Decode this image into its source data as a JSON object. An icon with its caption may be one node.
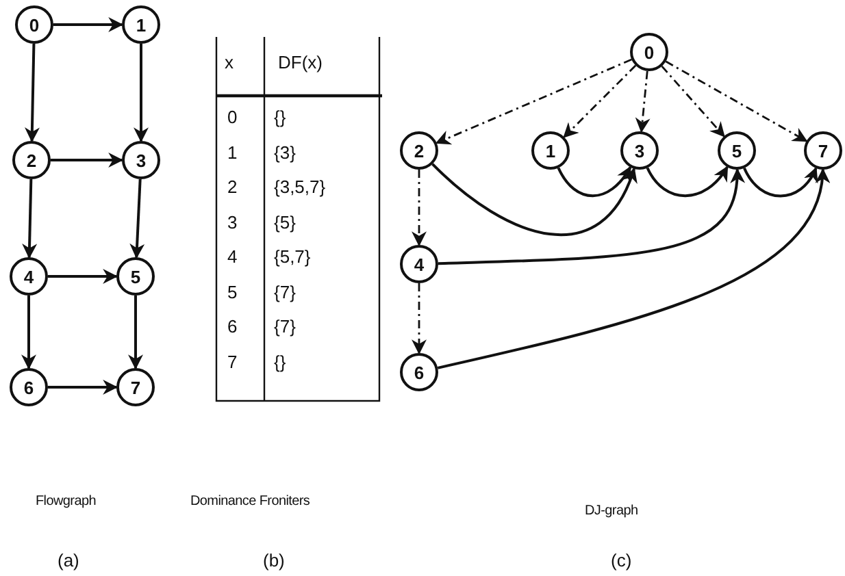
{
  "diagram": {
    "nodes": [
      {
        "text": [
          "0"
        ]
      },
      {
        "text": [
          "1"
        ]
      },
      {
        "text": [
          "2"
        ]
      },
      {
        "text": [
          "3"
        ]
      },
      {
        "text": [
          "4"
        ]
      },
      {
        "text": [
          "5"
        ]
      },
      {
        "text": [
          "6"
        ]
      },
      {
        "text": [
          "7"
        ]
      },
      {
        "text": [
          "0"
        ]
      },
      {
        "text": [
          "2"
        ]
      },
      {
        "text": [
          "1"
        ]
      },
      {
        "text": [
          "3"
        ]
      },
      {
        "text": [
          "5"
        ]
      },
      {
        "text": [
          "7"
        ]
      },
      {
        "text": [
          "4"
        ]
      },
      {
        "text": [
          "6"
        ]
      }
    ],
    "edges": [
      {
        "from": 0,
        "to": 1,
        "arrow": "to"
      },
      {
        "from": 0,
        "to": 2,
        "arrow": "to"
      },
      {
        "from": 1,
        "to": 3,
        "arrow": "to"
      },
      {
        "from": 2,
        "to": 3,
        "arrow": "to"
      },
      {
        "from": 2,
        "to": 4,
        "arrow": "to"
      },
      {
        "from": 3,
        "to": 5,
        "arrow": "to"
      },
      {
        "from": 4,
        "to": 5,
        "arrow": "to"
      },
      {
        "from": 4,
        "to": 6,
        "arrow": "to"
      },
      {
        "from": 5,
        "to": 7,
        "arrow": "to"
      },
      {
        "from": 6,
        "to": 7,
        "arrow": "to"
      },
      {
        "from": 8,
        "to": 9,
        "arrow": "to",
        "style": "dashed"
      },
      {
        "from": 8,
        "to": 10,
        "arrow": "to",
        "style": "dashed"
      },
      {
        "from": 8,
        "to": 11,
        "arrow": "to",
        "style": "dashed"
      },
      {
        "from": 8,
        "to": 12,
        "arrow": "to",
        "style": "dashed"
      },
      {
        "from": 8,
        "to": 13,
        "arrow": "to",
        "style": "dashed"
      },
      {
        "from": 9,
        "to": 14,
        "arrow": "to",
        "style": "dashed"
      },
      {
        "from": 14,
        "to": 15,
        "arrow": "to",
        "style": "dashed"
      },
      {
        "from": 10,
        "to": 11,
        "arrow": "to"
      },
      {
        "from": 9,
        "to": 11,
        "arrow": "to"
      },
      {
        "from": 11,
        "to": 12,
        "arrow": "to"
      },
      {
        "from": 14,
        "to": 12,
        "arrow": "to"
      },
      {
        "from": 12,
        "to": 13,
        "arrow": "to"
      },
      {
        "from": 15,
        "to": 13,
        "arrow": "to"
      }
    ],
    "labels": [
      "x",
      "DF(x)",
      "0",
      "{}",
      "1",
      "{3}",
      "2",
      "{3,5,7}",
      "3",
      "{5}",
      "4",
      "{5,7}",
      "5",
      "{7}",
      "6",
      "{7}",
      "7",
      "{}",
      "Flowgraph",
      "Dominance Froniters",
      "DJ-graph",
      "(a)",
      "(b)",
      "(c)"
    ]
  }
}
